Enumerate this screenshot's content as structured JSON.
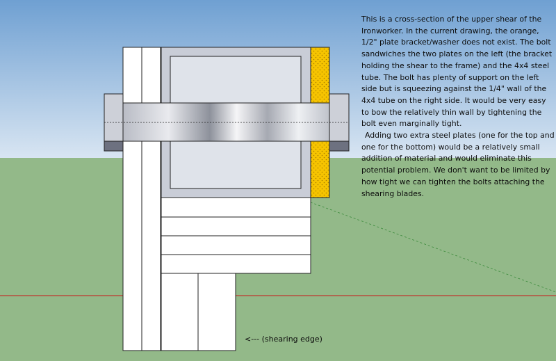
{
  "annotation": {
    "paragraph1": "This is a cross-section of the upper shear of the Ironworker. In the current drawing, the orange, 1/2\" plate bracket/washer does not exist. The bolt sandwiches the two plates on the left (the bracket holding the shear to the frame) and the 4x4 steel tube. The bolt has plenty of support on the left side but is squeezing against the 1/4\" wall of the 4x4 tube on the right side. It would be very easy to bow the relatively thin wall by tightening the bolt even marginally tight.",
    "paragraph2": "Adding two extra steel plates (one for the top and one for the bottom) would be a relatively small addition of material and would eliminate this potential problem. We don't want to be limited by how tight we can tighten the bolts attaching the shearing blades."
  },
  "labels": {
    "shearing_edge": "<--- (shearing edge)"
  },
  "colors": {
    "sky_top": "#6fa0d2",
    "sky_bottom": "#d8e5f2",
    "ground": "#93b989",
    "plate_fill": "#ffffff",
    "outline": "#222222",
    "tube_fill": "#c9cdd7",
    "bolt_dark": "#8a8e99",
    "bolt_light": "#f4f4f6",
    "bracket_orange": "#f5c400",
    "red_axis": "#c81818",
    "green_axis": "#3a8a3a"
  }
}
